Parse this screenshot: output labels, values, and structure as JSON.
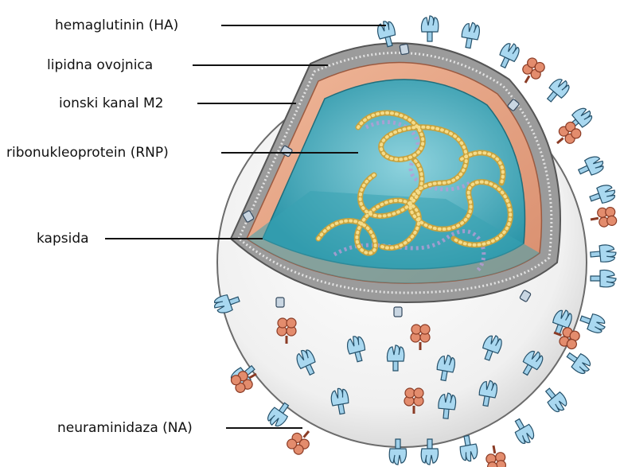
{
  "diagram": {
    "labels": {
      "hemagglutinin": "hemaglutinin (HA)",
      "lipid_envelope": "lipidna ovojnica",
      "m2_channel": "ionski kanal M2",
      "rnp": "ribonukleoprotein (RNP)",
      "capsid": "kapsida",
      "neuraminidase": "neuraminidaza (NA)"
    },
    "colors": {
      "envelope": "#a6a6a6",
      "capsid": "#e8a88c",
      "interior": "#3fa8b8",
      "rnp": "#e7c66a",
      "rnp_shadow": "#b89bd6",
      "hemagglutinin": "#9fd0ea",
      "neuraminidase": "#e07d5e",
      "shell": "#f2f2f2"
    },
    "icons": [
      "hemagglutinin-spike-icon",
      "neuraminidase-spike-icon",
      "m2-channel-icon"
    ]
  }
}
